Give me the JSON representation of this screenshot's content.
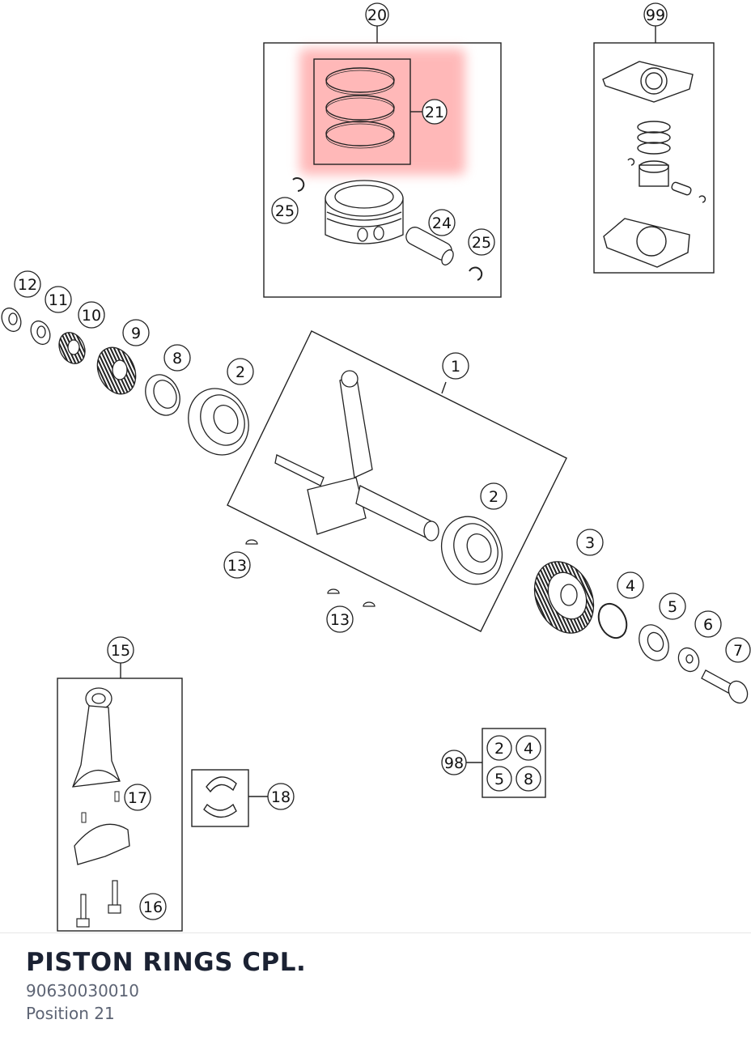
{
  "callouts": {
    "c20": "20",
    "c99": "99",
    "c21": "21",
    "c25a": "25",
    "c24": "24",
    "c25b": "25",
    "c12": "12",
    "c11": "11",
    "c10": "10",
    "c9": "9",
    "c8": "8",
    "c2a": "2",
    "c1": "1",
    "c2b": "2",
    "c13a": "13",
    "c13b": "13",
    "c3": "3",
    "c4": "4",
    "c5": "5",
    "c6": "6",
    "c7": "7",
    "c15": "15",
    "c17": "17",
    "c18": "18",
    "c16": "16",
    "c98": "98",
    "k2": "2",
    "k4": "4",
    "k5": "5",
    "k8": "8"
  },
  "colors": {
    "highlight": "#ff8a8a",
    "line": "#222222",
    "title": "#1b2233",
    "meta": "#5d6474"
  },
  "selected_part": {
    "title": "PISTON RINGS CPL.",
    "part_number": "90630030010",
    "position_label": "Position 21"
  }
}
